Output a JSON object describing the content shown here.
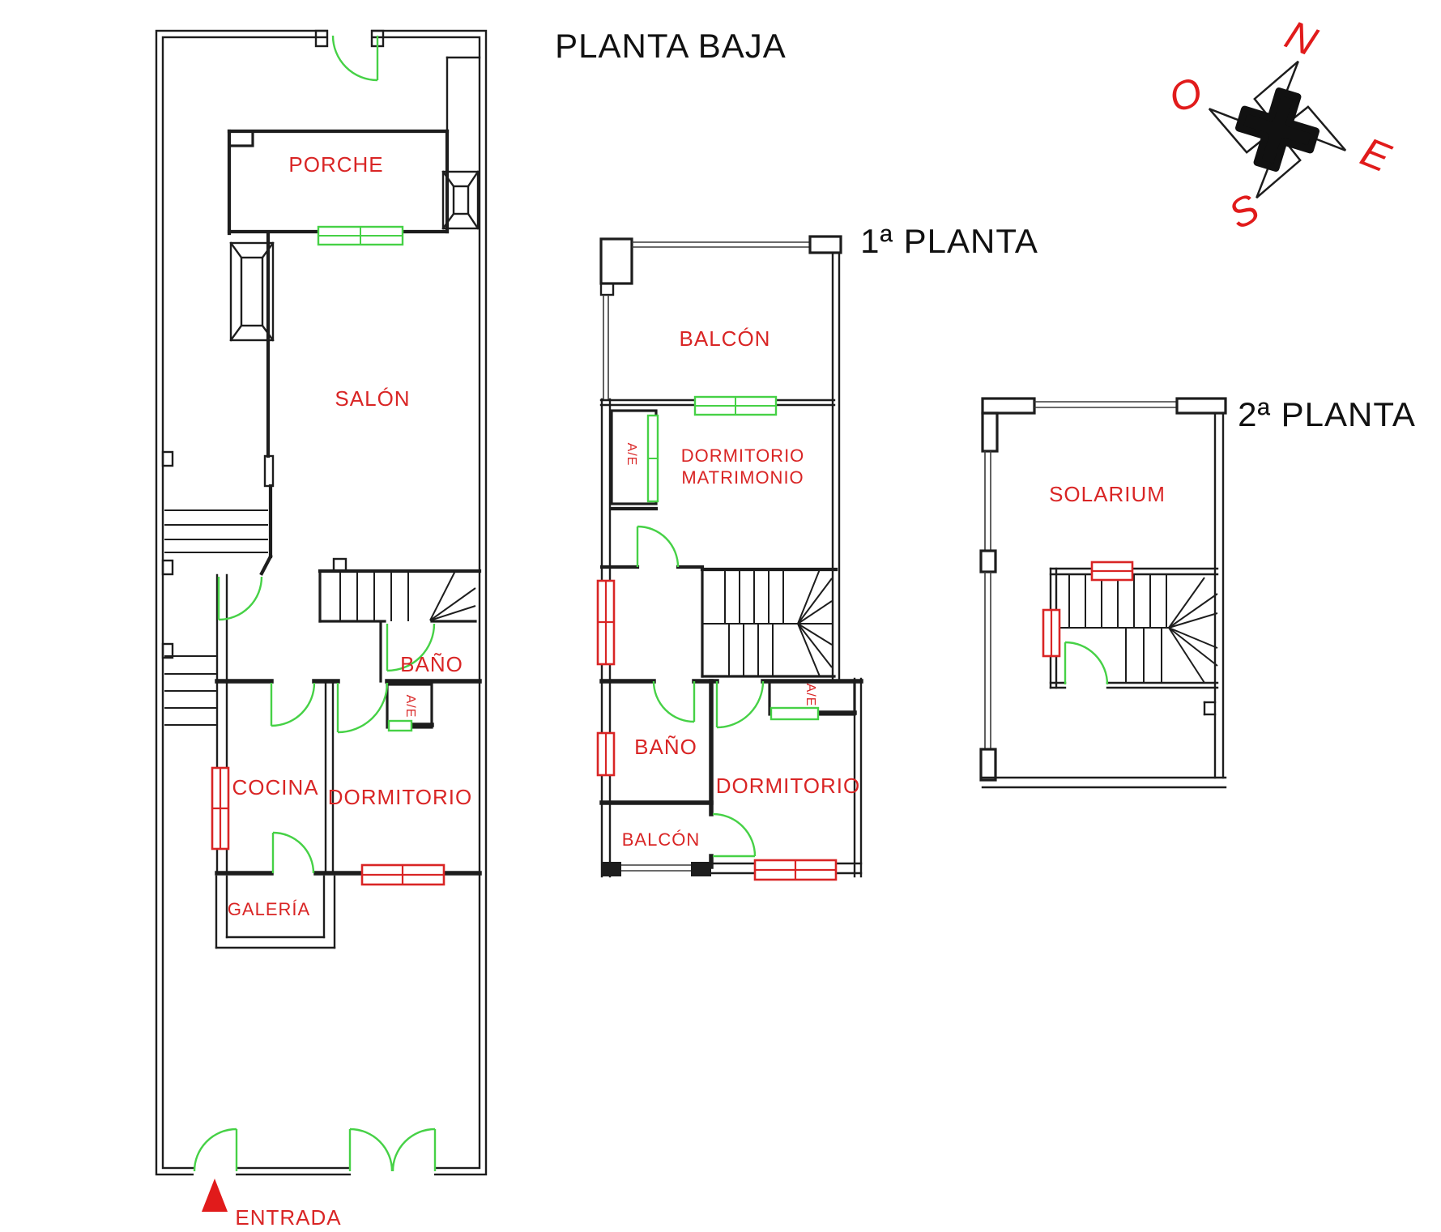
{
  "floors": {
    "planta_baja": {
      "title": "PLANTA BAJA",
      "rooms": {
        "porche": "PORCHE",
        "salon": "SALÓN",
        "bano": "BAÑO",
        "ae": "A/E",
        "cocina": "COCINA",
        "dormitorio": "DORMITORIO",
        "galeria": "GALERÍA"
      },
      "entrance_label": "ENTRADA"
    },
    "primera": {
      "title": "1ª PLANTA",
      "rooms": {
        "balcon": "BALCÓN",
        "ae1": "A/E",
        "dormitorio_matrimonio": [
          "DORMITORIO",
          "MATRIMONIO"
        ],
        "bano": "BAÑO",
        "ae2": "A/E",
        "dormitorio": "DORMITORIO",
        "balcon2": "BALCÓN"
      }
    },
    "segunda": {
      "title": "2ª PLANTA",
      "rooms": {
        "solarium": "SOLARIUM"
      }
    }
  },
  "compass": {
    "north": "N",
    "west": "O",
    "east": "E",
    "south": "S"
  },
  "colors": {
    "wall": "#1d1d1d",
    "label_red": "#d92525",
    "door_window_green": "#46d146",
    "window_red": "#d92525",
    "entrance_arrow": "#e11b1b"
  }
}
